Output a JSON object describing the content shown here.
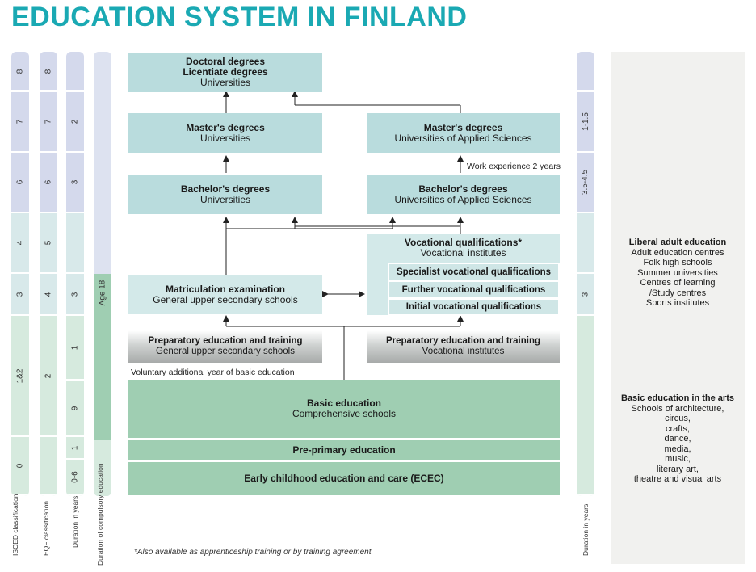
{
  "title": "EDUCATION SYSTEM IN FINLAND",
  "left_columns": [
    {
      "label": "ISCED classification",
      "segments": [
        "8",
        "7",
        "6",
        "4",
        "3",
        "1&2",
        "0"
      ]
    },
    {
      "label": "EQF classification",
      "segments": [
        "8",
        "7",
        "6",
        "5",
        "4",
        "2",
        ""
      ]
    },
    {
      "label": "Duration in years",
      "segments": [
        "",
        "2",
        "3",
        "",
        "3",
        "1",
        "9",
        "1",
        "0-6"
      ]
    },
    {
      "label": "Duration of compulsory education",
      "segments": [
        "Age 18"
      ]
    }
  ],
  "right_column": {
    "label": "Duration in years",
    "segments": [
      "",
      "1-1.5",
      "3.5-4.5",
      "",
      "3",
      ""
    ]
  },
  "boxes": {
    "doctoral": {
      "title": "Doctoral degrees",
      "title2": "Licentiate degrees",
      "sub": "Universities"
    },
    "masters_uni": {
      "title": "Master's degrees",
      "sub": "Universities"
    },
    "masters_uas": {
      "title": "Master's degrees",
      "sub": "Universities of Applied Sciences"
    },
    "bachelors_uni": {
      "title": "Bachelor's degrees",
      "sub": "Universities"
    },
    "bachelors_uas": {
      "title": "Bachelor's degrees",
      "sub": "Universities of Applied Sciences"
    },
    "vocational": {
      "title": "Vocational qualifications*",
      "sub": "Vocational institutes",
      "items": [
        "Specialist vocational qualifications",
        "Further vocational qualifications",
        "Initial vocational qualifications"
      ]
    },
    "matriculation": {
      "title": "Matriculation examination",
      "sub": "General upper secondary schools"
    },
    "prep_general": {
      "title": "Preparatory education and training",
      "sub": "General upper secondary schools"
    },
    "prep_vocational": {
      "title": "Preparatory education and training",
      "sub": "Vocational institutes"
    },
    "basic": {
      "title": "Basic education",
      "sub": "Comprehensive schools"
    },
    "preprimary": {
      "title": "Pre-primary education"
    },
    "ecec": {
      "title": "Early childhood education and care (ECEC)"
    }
  },
  "labels": {
    "work_experience": "Work experience 2 years",
    "voluntary_year": "Voluntary additional year of basic education",
    "footnote": "*Also available as apprenticeship training or by training agreement."
  },
  "side_panel": {
    "liberal": {
      "title": "Liberal adult education",
      "items": [
        "Adult education centres",
        "Folk high schools",
        "Summer universities",
        "Centres of learning",
        "/Study centres",
        "Sports institutes"
      ]
    },
    "arts": {
      "title": "Basic education in the arts",
      "items": [
        "Schools of architecture,",
        "circus,",
        "crafts,",
        "dance,",
        "media,",
        "music,",
        "literary art,",
        "theatre and visual arts"
      ]
    }
  }
}
